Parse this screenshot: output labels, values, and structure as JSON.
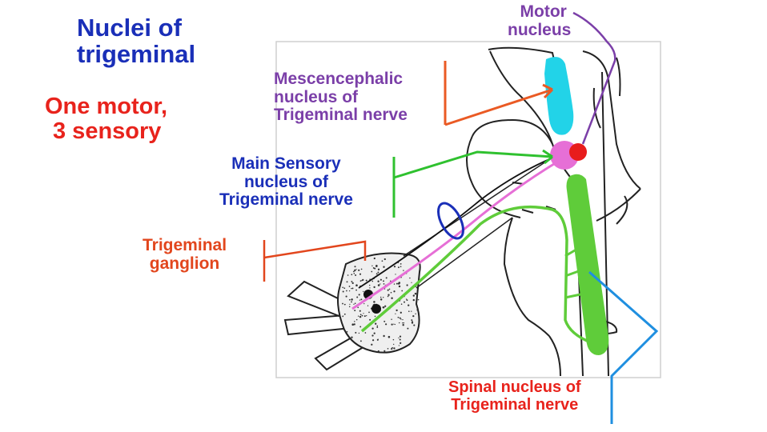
{
  "title": {
    "line1": "Nuclei of",
    "line2": "trigeminal"
  },
  "subtitle": {
    "line1": "One motor,",
    "line2": "3 sensory"
  },
  "labels": {
    "motor": {
      "line1": "Motor",
      "line2": "nucleus",
      "color": "#7b3fa8"
    },
    "mesencephalic": {
      "line1": "Mescencephalic",
      "line2": "nucleus of",
      "line3": "Trigeminal nerve",
      "color": "#7b3fa8"
    },
    "main_sensory": {
      "line1": "Main Sensory",
      "line2": "nucleus of",
      "line3": "Trigeminal nerve",
      "color": "#1a2fb8"
    },
    "ganglion": {
      "line1": "Trigeminal",
      "line2": "ganglion",
      "color": "#e2461d"
    },
    "spinal": {
      "line1": "Spinal nucleus of",
      "line2": "Trigeminal nerve",
      "color": "#e8231c"
    }
  },
  "colors": {
    "mesencephalic_nucleus": "#22d3e8",
    "main_sensory_nucleus": "#e66fd6",
    "motor_nucleus": "#e81c1c",
    "spinal_nucleus": "#5fcc3a",
    "pointer_orange": "#ea5a24",
    "pointer_green": "#2fc12f",
    "pointer_blue": "#1f8fe0",
    "pointer_purple": "#7b3fa8",
    "ring": "#1a2fb8"
  }
}
